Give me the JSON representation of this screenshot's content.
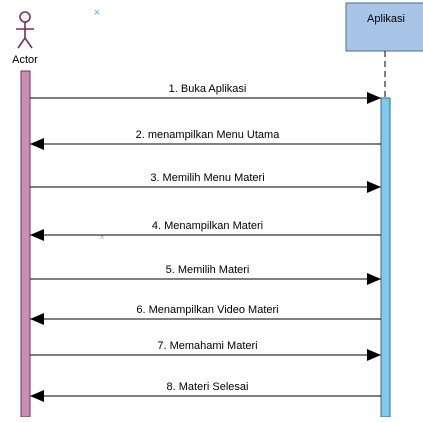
{
  "actor": {
    "label": "Actor"
  },
  "system": {
    "label": "Aplikasi"
  },
  "messages": [
    {
      "label": "1. Buka Aplikasi",
      "direction": "right"
    },
    {
      "label": "2. menampilkan Menu Utama",
      "direction": "left"
    },
    {
      "label": "3. Memilih Menu Materi",
      "direction": "right"
    },
    {
      "label": "4. Menampilkan Materi",
      "direction": "left"
    },
    {
      "label": "5. Memilih Materi",
      "direction": "right"
    },
    {
      "label": "6. Menampilkan Video Materi",
      "direction": "left"
    },
    {
      "label": "7. Memahami Materi",
      "direction": "right"
    },
    {
      "label": "8. Materi Selesai",
      "direction": "left"
    }
  ],
  "colors": {
    "actor_stroke": "#7a2f5e",
    "actor_activation": "#c98fb3",
    "system_box": "#a8c4e6",
    "system_activation": "#7fc9ea",
    "message_line": "#000000",
    "artifact_mark": "#59a6e8"
  },
  "icons": [
    "stick-figure-actor-icon"
  ]
}
